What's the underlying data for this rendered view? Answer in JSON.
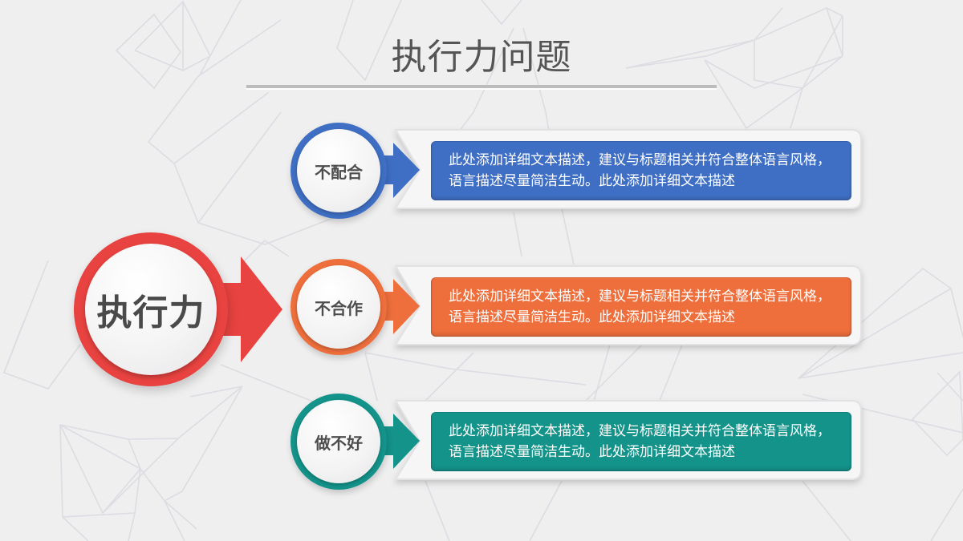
{
  "page": {
    "title": "执行力问题",
    "background_color": "#efeff0",
    "line_color": "#dcdce2",
    "title_color": "#555555",
    "divider_color": "#bcbcbc"
  },
  "central": {
    "label": "执行力",
    "color": "#e84340",
    "arrow_icon": "right-arrow"
  },
  "rows": [
    {
      "label": "不配合",
      "color": "#3f6fc4",
      "description": "此处添加详细文本描述，建议与标题相关并符合整体语言风格，语言描述尽量简洁生动。此处添加详细文本描述"
    },
    {
      "label": "不合作",
      "color": "#ee6f3c",
      "description": "此处添加详细文本描述，建议与标题相关并符合整体语言风格，语言描述尽量简洁生动。此处添加详细文本描述"
    },
    {
      "label": "做不好",
      "color": "#14938a",
      "description": "此处添加详细文本描述，建议与标题相关并符合整体语言风格，语言描述尽量简洁生动。此处添加详细文本描述"
    }
  ]
}
